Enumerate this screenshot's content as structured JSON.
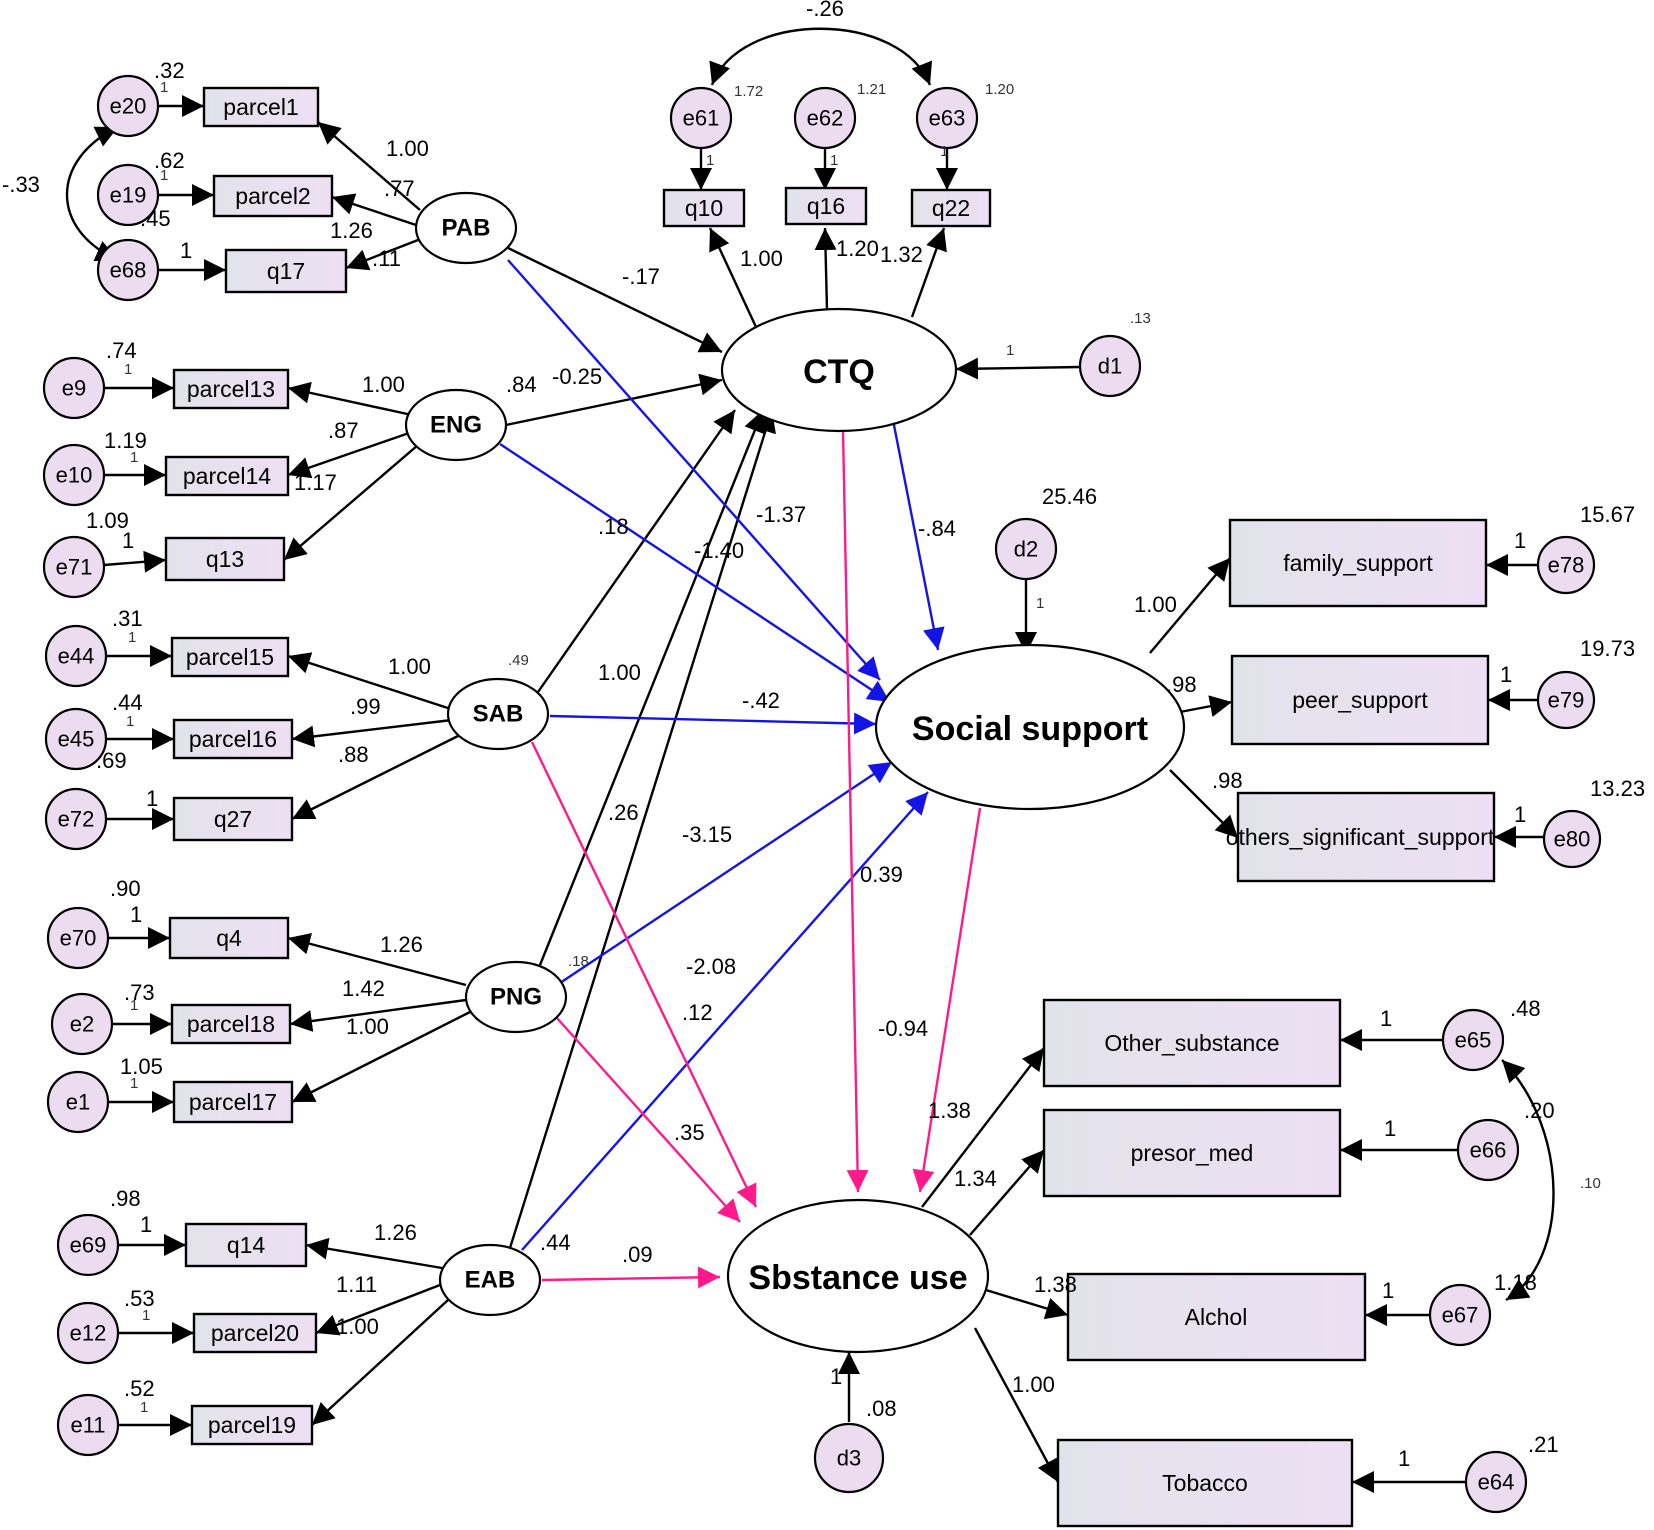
{
  "colors": {
    "black": "#000000",
    "blue": "#1414e6",
    "pink": "#ff1a8c",
    "node_fill": "#e8dff0",
    "error_fill": "#ecdcf0"
  },
  "diagram": {
    "observed": {
      "parcel1": "parcel1",
      "parcel2": "parcel2",
      "q17": "q17",
      "parcel13": "parcel13",
      "parcel14": "parcel14",
      "q13": "q13",
      "parcel15": "parcel15",
      "parcel16": "parcel16",
      "q27": "q27",
      "q4": "q4",
      "parcel18": "parcel18",
      "parcel17": "parcel17",
      "q14": "q14",
      "parcel20": "parcel20",
      "parcel19": "parcel19",
      "q10": "q10",
      "q16": "q16",
      "q22": "q22",
      "family_support": "family_support",
      "peer_support": "peer_support",
      "others_significant_support": "others_significant_support",
      "Other_substance": "Other_substance",
      "presor_med": "presor_med",
      "Alchol": "Alchol",
      "Tobacco": "Tobacco"
    },
    "latent": {
      "PAB": "PAB",
      "ENG": "ENG",
      "SAB": "SAB",
      "PNG": "PNG",
      "EAB": "EAB",
      "CTQ": "CTQ",
      "Social": "Social support",
      "Substance": "Sbstance use"
    },
    "errors": {
      "e20": "e20",
      "e19": "e19",
      "e68": "e68",
      "e9": "e9",
      "e10": "e10",
      "e71": "e71",
      "e44": "e44",
      "e45": "e45",
      "e72": "e72",
      "e70": "e70",
      "e2": "e2",
      "e1": "e1",
      "e69": "e69",
      "e12": "e12",
      "e11": "e11",
      "e61": "e61",
      "e62": "e62",
      "e63": "e63",
      "d1": "d1",
      "d2": "d2",
      "d3": "d3",
      "e78": "e78",
      "e79": "e79",
      "e80": "e80",
      "e65": "e65",
      "e66": "e66",
      "e67": "e67",
      "e64": "e64"
    },
    "labels": {
      "cov_e61_e63": "-.26",
      "var_e61": "1.72",
      "var_e62": "1.21",
      "var_e63": "1.20",
      "one_e61": "1",
      "one_e62": "1",
      "one_e63": "1",
      "l_q10": "1.00",
      "l_q16": "1.20",
      "l_q22": "1.32",
      "var_d1": ".13",
      "one_d1": "1",
      "var_e20": ".32",
      "one_e20": "1",
      "var_e19": ".62",
      "one_e19": "1",
      "var_e68": ".45",
      "one_e68": "1",
      "cov_e20_e68": "-.33",
      "l_parcel1": "1.00",
      "l_parcel2": ".77",
      "l_q17": "1.26",
      "var_PAB": ".11",
      "pab_ctq": "-.17",
      "var_e9": ".74",
      "one_e9": "1",
      "var_e10": "1.19",
      "one_e10": "1",
      "var_e71": "1.09",
      "one_e71": "1",
      "l_parcel13": "1.00",
      "l_parcel14": ".87",
      "l_q13": "1.17",
      "var_ENG": ".84",
      "eng_ctq": "-0.25",
      "pab_social": "-1.37",
      "eng_social": ".18",
      "sab_ctq": "-1.40",
      "ctq_social": "-.84",
      "var_d2": "25.46",
      "one_d2": "1",
      "var_e44": ".31",
      "one_e44": "1",
      "var_e45": ".44",
      "one_e45": "1",
      "var_e72": ".69",
      "one_e72": "1",
      "l_parcel15": "1.00",
      "l_parcel16": ".99",
      "l_q27": ".88",
      "var_SAB": ".49",
      "png_ctq": "1.00",
      "sab_social": "-.42",
      "eab_ctq": ".26",
      "png_social": "-3.15",
      "ctq_substance": "0.39",
      "var_e70": ".90",
      "one_e70": "1",
      "var_e2": ".73",
      "one_e2": "1",
      "var_e1": "1.05",
      "one_e1": "1",
      "l_q4": "1.26",
      "l_parcel18": "1.42",
      "l_parcel17": "1.00",
      "var_PNG": ".18",
      "eab_social": "-2.08",
      "sab_substance": ".12",
      "social_substance": "-0.94",
      "png_substance": ".35",
      "var_e69": ".98",
      "one_e69": "1",
      "var_e12": ".53",
      "one_e12": "1",
      "var_e11": ".52",
      "one_e11": "1",
      "l_q14": "1.26",
      "l_parcel20": "1.11",
      "l_parcel19": "1.00",
      "var_EAB": ".44",
      "eab_substance": ".09",
      "var_d3": ".08",
      "one_d3": "1",
      "l_family": "1.00",
      "l_peer": ".98",
      "l_others": ".98",
      "var_e78": "15.67",
      "one_e78": "1",
      "var_e79": "19.73",
      "one_e79": "1",
      "var_e80": "13.23",
      "one_e80": "1",
      "l_other_sub": "1.38",
      "l_presor": "1.34",
      "l_alchol": "1.38",
      "l_tobacco": "1.00",
      "var_e65": ".48",
      "one_e65": "1",
      "one_e66": "1",
      "one_e67": "1",
      "var_e67": "1.18",
      "cov_e65_e67": ".20",
      "cov_e66_e67": ".10",
      "var_e64": ".21",
      "one_e64": "1"
    }
  }
}
